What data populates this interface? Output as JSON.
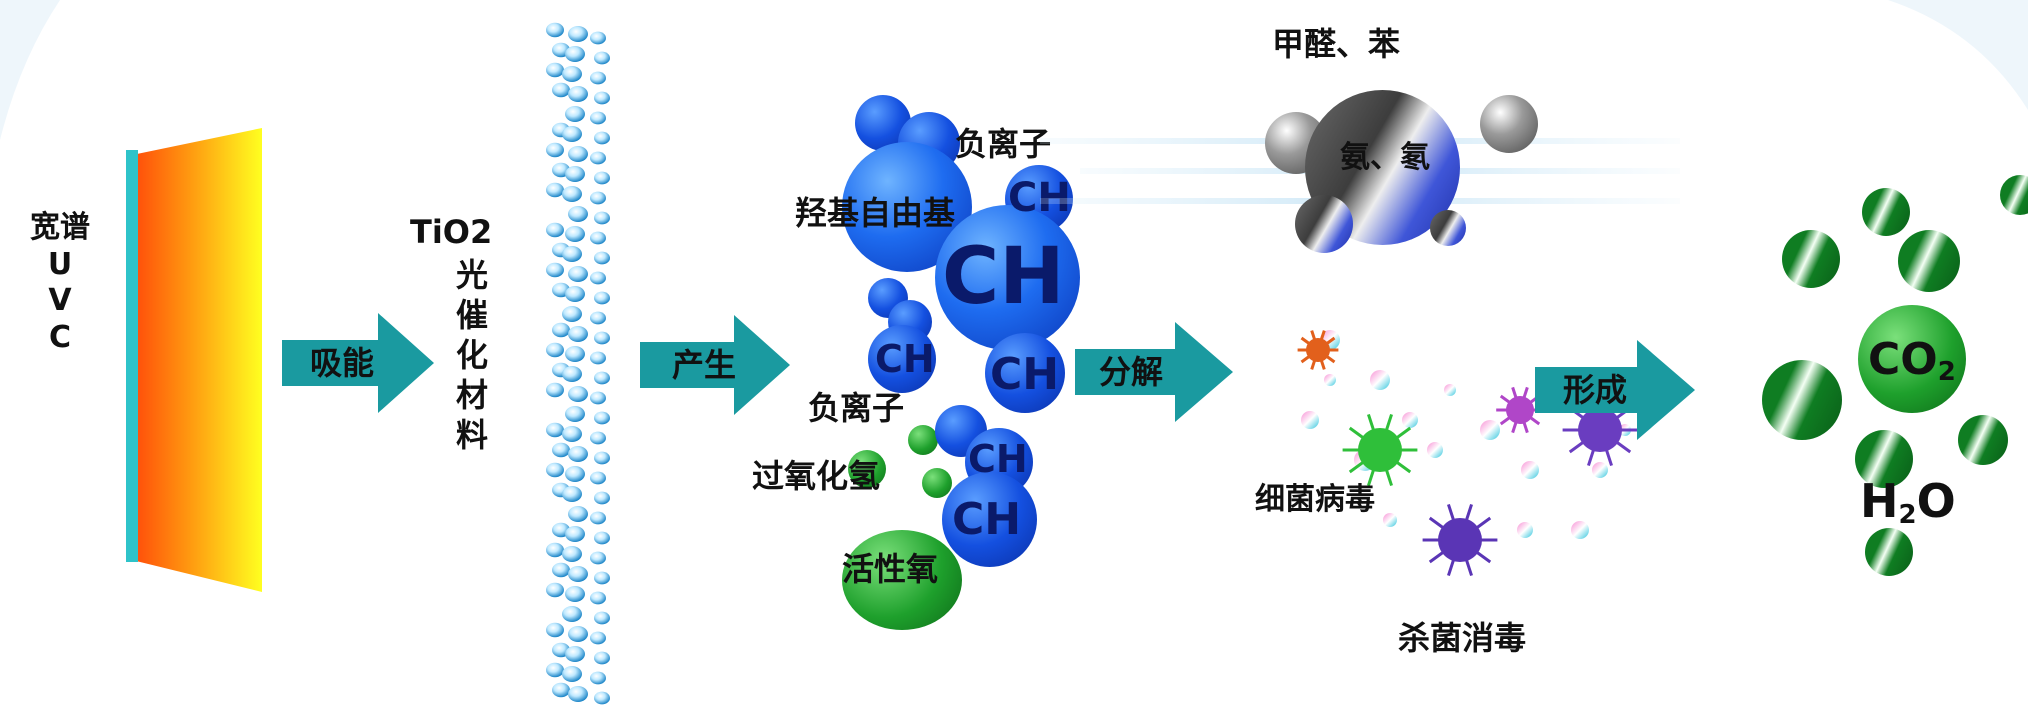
{
  "labels": {
    "uvc": [
      "宽谱",
      "U",
      "V",
      "C"
    ],
    "tio2_title": "TiO2",
    "tio2_chars": [
      "光",
      "催",
      "化",
      "材",
      "料"
    ],
    "arrow_absorb": "吸能",
    "arrow_produce": "产生",
    "arrow_decompose": "分解",
    "arrow_form": "形成",
    "anion_top": "负离子",
    "hydroxyl": "羟基自由基",
    "anion_mid": "负离子",
    "peroxide": "过氧化氢",
    "active_oxygen": "活性氧",
    "ch": "CH",
    "formaldehyde": "甲醛、苯",
    "ammonia": "氨、氡",
    "bacteria": "细菌病毒",
    "sterilize": "杀菌消毒",
    "co2_main": "CO",
    "co2_sub": "2",
    "h2o_h": "H",
    "h2o_sub": "2",
    "h2o_o": "O"
  },
  "colors": {
    "arrow": "#1a9aa0",
    "uv_edge": "#2ec3c9",
    "uv_gradient": [
      "#ff4a0a",
      "#ff9a10",
      "#ffff20"
    ],
    "radical_blue": "#1e6cf0",
    "active_green": "#1ea02c",
    "product_green": "#0f7d22"
  }
}
